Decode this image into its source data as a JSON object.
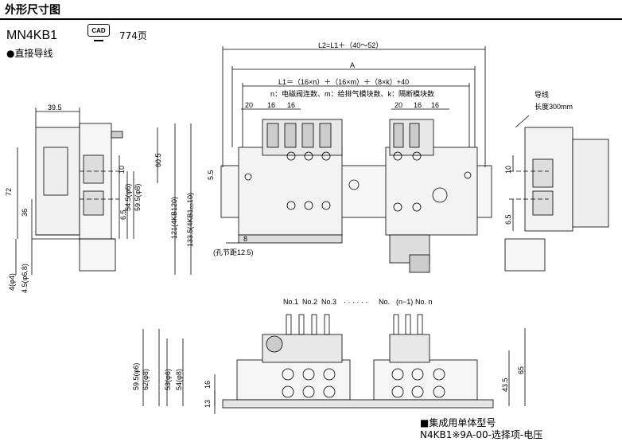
{
  "header": {
    "title": "外形尺寸图"
  },
  "product": {
    "model": "MN4KB1",
    "wiring": "●直接导线",
    "cad_badge": "CAD",
    "page_ref": "774页"
  },
  "dimensions": {
    "L2": "L2=L1＋（40〜52）",
    "A": "A",
    "L1": "L1＝（16×n）＋（16×m）＋（8×k）+40",
    "legend": "n：电磁阀连数、m：给排气模块数、k：隔断模块数",
    "d20a": "20",
    "d16a": "16",
    "d16b": "16",
    "d20b": "20",
    "d16c": "16",
    "d16d": "16",
    "d39_5": "39.5",
    "d72": "72",
    "d36": "36",
    "d10": "10",
    "d54_5": "54.5(φ6)",
    "d59_5": "59.5(φ8)",
    "d6_5": "6.5",
    "d60_5": "60.5",
    "d121": "121(4KB120)",
    "d133_5": "133.5(4KB1₀₀10)",
    "d4": "4(φ4)",
    "d4_5": "4.5(φ6,8)",
    "d5_5": "5.5",
    "d8": "8",
    "pitch": "(孔节距12.5)",
    "wire_label": "导线",
    "wire_length": "长度300mm",
    "d10r": "10",
    "d6_5r": "6.5",
    "stations": [
      "No.1",
      "No.2",
      "No.3",
      "· · · · · ·",
      "No.",
      "(n−1)",
      "No. n"
    ],
    "d59_5b": "59.5(φ6)",
    "d62": "62(φ8)",
    "d53": "53(φ6)",
    "d54": "54(φ8)",
    "d16e": "16",
    "d13": "13",
    "d65": "65",
    "d43_5": "43.5"
  },
  "parts": {
    "title": "■集成用单体型号",
    "value": "N4KB1※9A-00-选择项-电压"
  }
}
